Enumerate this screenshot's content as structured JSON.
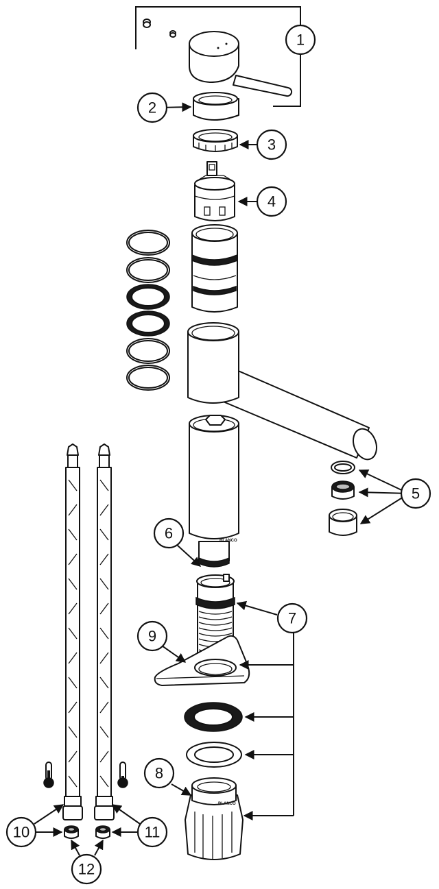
{
  "diagram": {
    "callouts": [
      {
        "id": "1",
        "label": "1"
      },
      {
        "id": "2",
        "label": "2"
      },
      {
        "id": "3",
        "label": "3"
      },
      {
        "id": "4",
        "label": "4"
      },
      {
        "id": "5",
        "label": "5"
      },
      {
        "id": "6",
        "label": "6"
      },
      {
        "id": "7",
        "label": "7"
      },
      {
        "id": "8",
        "label": "8"
      },
      {
        "id": "9",
        "label": "9"
      },
      {
        "id": "10",
        "label": "10"
      },
      {
        "id": "11",
        "label": "11"
      },
      {
        "id": "12",
        "label": "12"
      }
    ],
    "brand_marks": [
      "BLANCO",
      "BLANCO"
    ],
    "icons": [
      "thermometer-hot-icon",
      "thermometer-cold-icon",
      "arrow-icon"
    ],
    "colors": {
      "line": "#111111",
      "background": "#ffffff"
    }
  }
}
